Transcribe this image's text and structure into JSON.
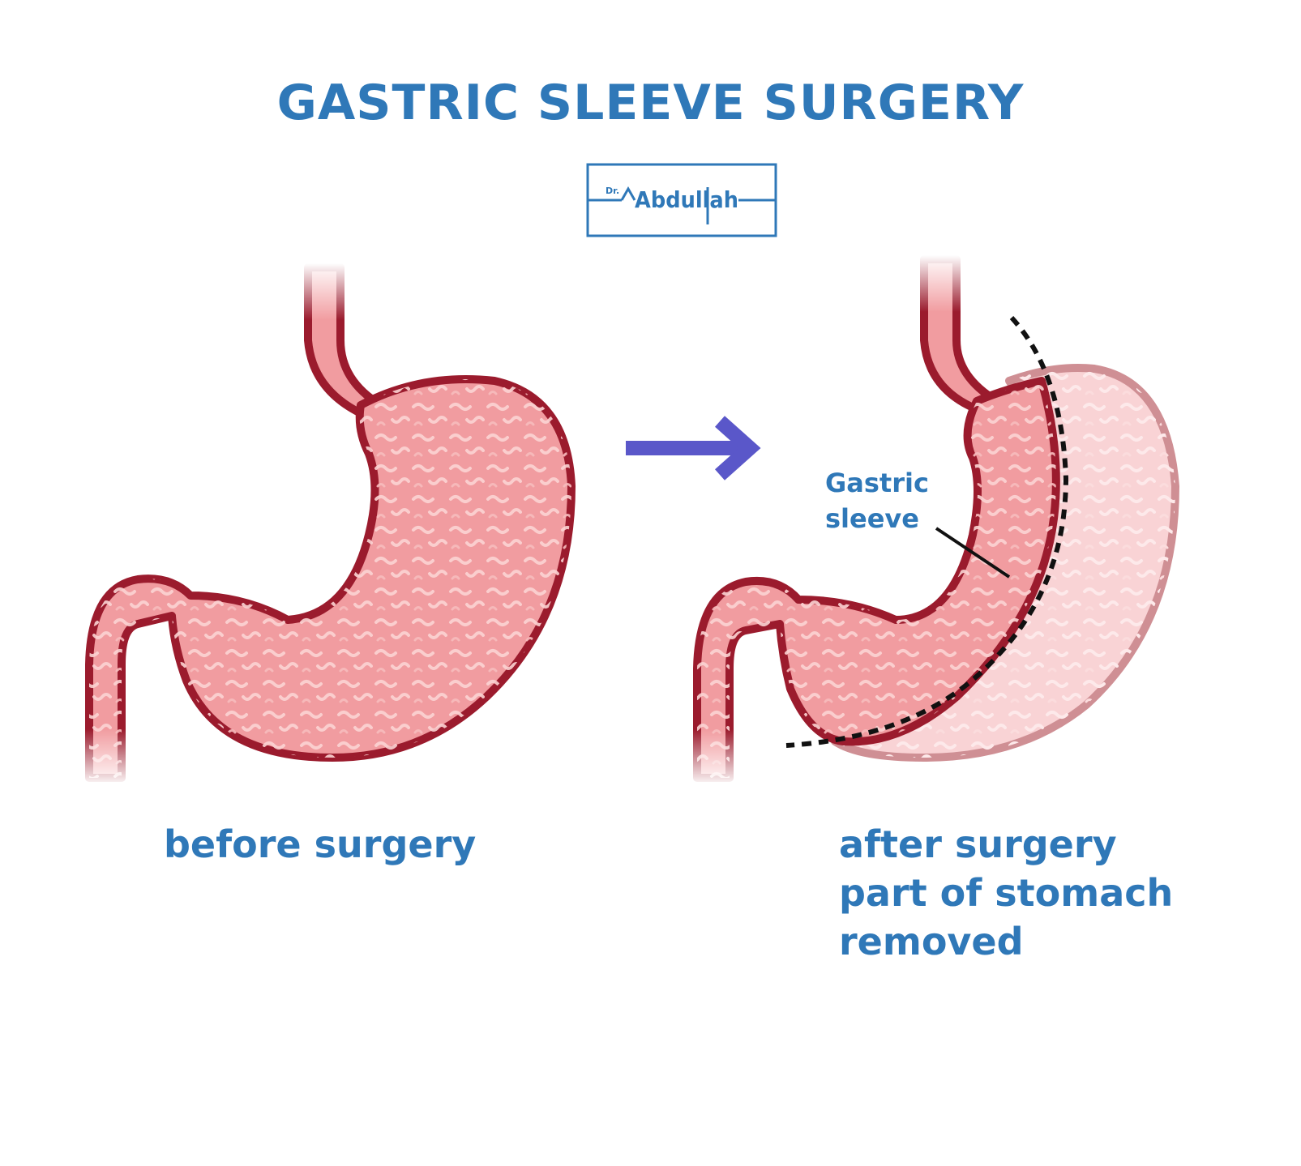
{
  "title": "GASTRIC SLEEVE SURGERY",
  "logo": {
    "prefix": "Dr.",
    "name": "Abdullah",
    "color": "#2f78b8"
  },
  "labels": {
    "before": "before surgery",
    "after_lines": [
      "after surgery",
      "part of stomach",
      "removed"
    ],
    "sleeve_lines": [
      "Gastric",
      "sleeve"
    ]
  },
  "colors": {
    "text": "#2f78b8",
    "wall": "#9b1b2d",
    "tissue": "#f19ca0",
    "tissue_light": "#f8c6c6",
    "removed_tissue": "#f9d3d5",
    "removed_wall": "#cf8f94",
    "arrow": "#5a57c9",
    "cut_line": "#111111"
  },
  "icons": {
    "arrow": "right-arrow-icon"
  }
}
